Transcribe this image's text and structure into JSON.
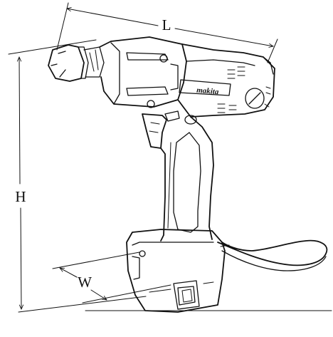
{
  "labels": {
    "length": "L",
    "height": "H",
    "width": "W"
  },
  "brand": "makita"
}
